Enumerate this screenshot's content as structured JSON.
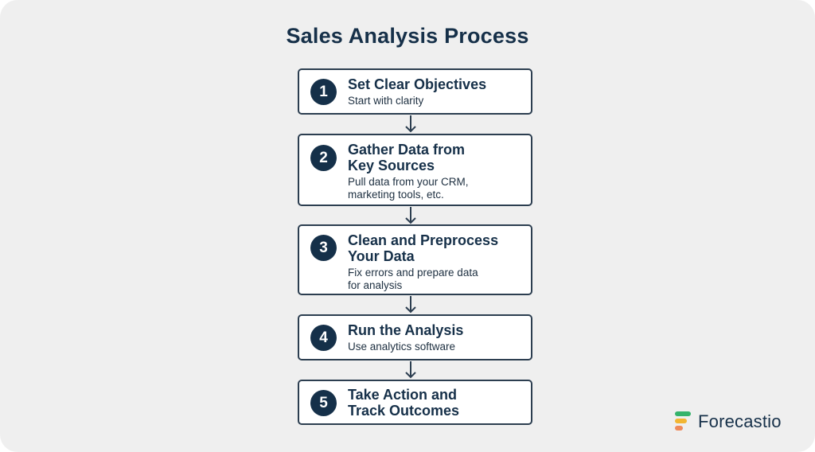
{
  "title": "Sales Analysis Process",
  "steps": [
    {
      "number": "1",
      "title_lines": [
        "Set Clear Objectives"
      ],
      "desc_lines": [
        "Start with clarity"
      ]
    },
    {
      "number": "2",
      "title_lines": [
        "Gather Data from",
        "Key Sources"
      ],
      "desc_lines": [
        "Pull data from your CRM,",
        "marketing tools, etc."
      ]
    },
    {
      "number": "3",
      "title_lines": [
        "Clean and Preprocess",
        "Your Data"
      ],
      "desc_lines": [
        "Fix errors and prepare data",
        "for analysis"
      ]
    },
    {
      "number": "4",
      "title_lines": [
        "Run the Analysis"
      ],
      "desc_lines": [
        "Use analytics software"
      ]
    },
    {
      "number": "5",
      "title_lines": [
        "Take Action and",
        "Track Outcomes"
      ],
      "desc_lines": []
    }
  ],
  "logo": {
    "name": "Forecastio",
    "icon": "forecastio-logo-icon",
    "colors": {
      "green": "#34b36b",
      "yellow": "#f2b632",
      "orange": "#ef8a5a",
      "text": "#163049"
    }
  },
  "colors": {
    "background": "#efefef",
    "card_border": "#2c3e50",
    "badge": "#153049",
    "text": "#163049"
  }
}
